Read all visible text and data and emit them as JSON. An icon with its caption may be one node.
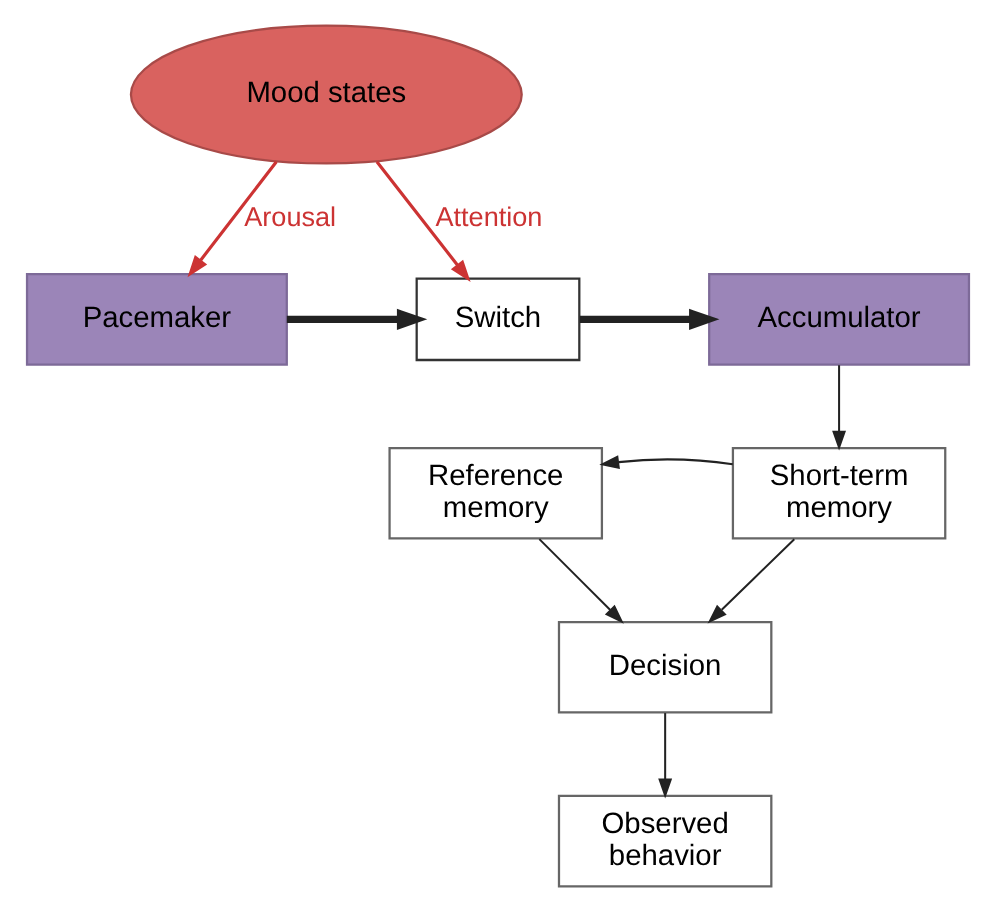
{
  "diagram": {
    "nodes": [
      {
        "text": [
          "Mood states"
        ]
      },
      {
        "text": [
          "Pacemaker"
        ]
      },
      {
        "text": [
          "Switch"
        ]
      },
      {
        "text": [
          "Accumulator"
        ]
      },
      {
        "text": [
          "Reference memory"
        ]
      },
      {
        "text": [
          "Short-term memory"
        ]
      },
      {
        "text": [
          "Decision"
        ]
      },
      {
        "text": [
          "Observed behavior"
        ]
      }
    ],
    "edges": [
      {
        "from": 0,
        "to": 1,
        "arrow": "to",
        "label": "Arousal",
        "color": "#cc3333"
      },
      {
        "from": 0,
        "to": 2,
        "arrow": "to",
        "label": "Attention",
        "color": "#cc3333"
      },
      {
        "from": 1,
        "to": 2,
        "arrow": "to",
        "style": "thick"
      },
      {
        "from": 2,
        "to": 3,
        "arrow": "to",
        "style": "thick"
      },
      {
        "from": 3,
        "to": 5,
        "arrow": "to"
      },
      {
        "from": 5,
        "to": 4,
        "arrow": "to"
      },
      {
        "from": 4,
        "to": 6,
        "arrow": "to"
      },
      {
        "from": 5,
        "to": 6,
        "arrow": "to"
      },
      {
        "from": 6,
        "to": 7,
        "arrow": "to"
      }
    ]
  }
}
